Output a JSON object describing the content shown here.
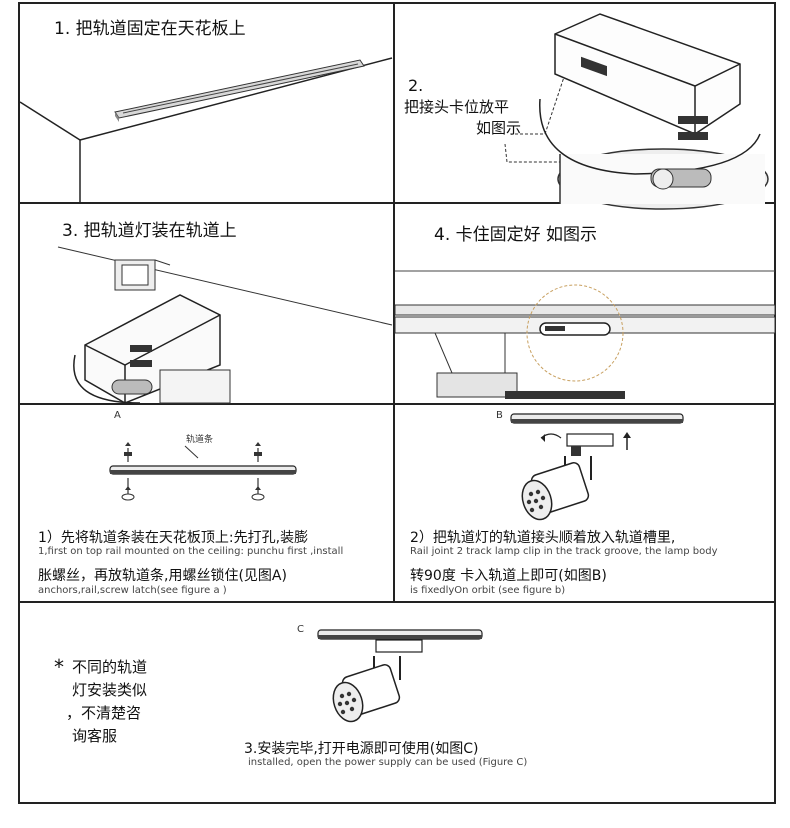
{
  "panel1": {
    "title": "1. 把轨道固定在天花板上"
  },
  "panel2": {
    "title_line1": "2.",
    "title_line2": "把接头卡位放平",
    "title_line3": "如图示"
  },
  "panel3": {
    "title": "3. 把轨道灯装在轨道上"
  },
  "panel4": {
    "title": "4. 卡住固定好  如图示"
  },
  "panel5": {
    "figure_label": "A",
    "rail_label": "轨道条",
    "cn_line1": "1）先将轨道条装在天花板顶上:先打孔,装膨",
    "en_line1": "1,first on top rail mounted on the ceiling: punchu first ,install",
    "cn_line2": "胀螺丝，再放轨道条,用螺丝锁住(见图A)",
    "en_line2": "anchors,rail,screw latch(see figure a )"
  },
  "panel6": {
    "figure_label": "B",
    "cn_line1": "2）把轨道灯的轨道接头顺着放入轨道槽里,",
    "en_line1": "Rail joint 2 track lamp clip in the track groove, the lamp body",
    "cn_line2": "转90度 卡入轨道上即可(如图B)",
    "en_line2": "is fixedlyOn orbit (see figure b)"
  },
  "panel7": {
    "figure_label": "C",
    "note_line1": "不同的轨道",
    "note_line2": "灯安装类似",
    "note_line3": "，不清楚咨",
    "note_line4": "询客服",
    "cn_line": "3.安装完毕,打开电源即可使用(如图C)",
    "en_line": "installed, open the power supply can be used (Figure C)"
  }
}
